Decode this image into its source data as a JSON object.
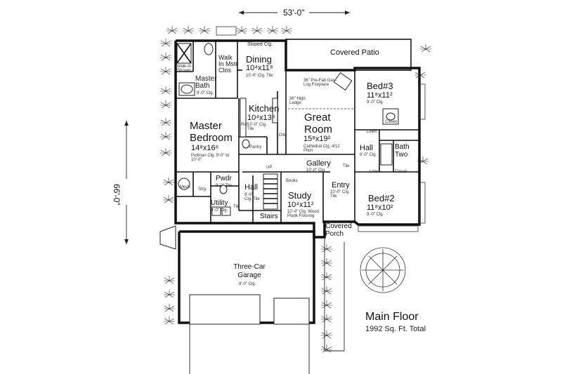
{
  "dimensions": {
    "width": "53'-0\"",
    "depth": "66'-0\""
  },
  "caption": {
    "title": "Main Floor",
    "subtitle": "1992 Sq. Ft. Total"
  },
  "rooms": {
    "covered_patio": {
      "name": "Covered Patio"
    },
    "dining": {
      "name": "Dining",
      "size": "10⁴x11⁸",
      "notes": "10'-0\" Clg. Tile",
      "extra": "Sloped Clg."
    },
    "walkin_closet": {
      "name": "Walk In Mstr Clos"
    },
    "walkin_shower": {
      "name": "Walk-In Shower"
    },
    "master_bath": {
      "name": "Master Bath",
      "notes": "9'-0\" Clg."
    },
    "master_bedroom": {
      "name": "Master Bedroom",
      "size": "14⁸x16⁶",
      "notes": "Pullman Clg. 9'-0\" to 10'-0\""
    },
    "kitchen": {
      "name": "Kitchen",
      "size": "10⁴x13⁸",
      "notes": "10'-0\" Clg. Tile"
    },
    "pantry": {
      "name": "Pantry"
    },
    "great_room": {
      "name": "Great Room",
      "size": "15⁸x19²",
      "notes": "Cathedral Clg. 4/12 Pitch"
    },
    "fireplace": {
      "label": "36\" Pre-Fab Gas-Log Fireplace"
    },
    "ledge": {
      "label": "36\" High Ledge"
    },
    "bed3": {
      "name": "Bed#3",
      "size": "11⁸x11²",
      "notes": "9'-0\" Clg.",
      "closet": "Closet",
      "linen": "Linen"
    },
    "bath_two": {
      "name": "Bath Two"
    },
    "hall_right": {
      "name": "Hall",
      "notes": "9'-0\" Clg.",
      "linen": "Linen",
      "closet": "Closet"
    },
    "bed2": {
      "name": "Bed#2",
      "size": "11⁸x10²",
      "notes": "9'-0\" Clg."
    },
    "gallery": {
      "name": "Gallery",
      "notes": "10'-0\" Clg.",
      "extra": "Tile"
    },
    "entry": {
      "name": "Entry",
      "notes": "10'-0\" Clg. Tile"
    },
    "study": {
      "name": "Study",
      "size": "10⁴x11²",
      "notes": "10'-0\" Clg. Wood Plank Flooring",
      "books": "Books"
    },
    "hall_left": {
      "name": "Hall",
      "notes": "9'-0\" Clg. Tile"
    },
    "powder": {
      "name": "Pwdr",
      "notes": "9'-0\" Tile"
    },
    "mech": {
      "label": "Mech"
    },
    "storage": {
      "label": "Strg."
    },
    "utility": {
      "name": "Utility",
      "notes": "9'-0\" Clg.",
      "extra": "Tile"
    },
    "stairs": {
      "name": "Stairs",
      "up": "UP"
    },
    "covered_porch": {
      "name": "Covered Porch"
    },
    "garage": {
      "name": "Three-Car Garage",
      "notes": "8'-0\" Clg."
    },
    "dw": {
      "label": "DW"
    },
    "ref": {
      "label": "Ref"
    }
  }
}
